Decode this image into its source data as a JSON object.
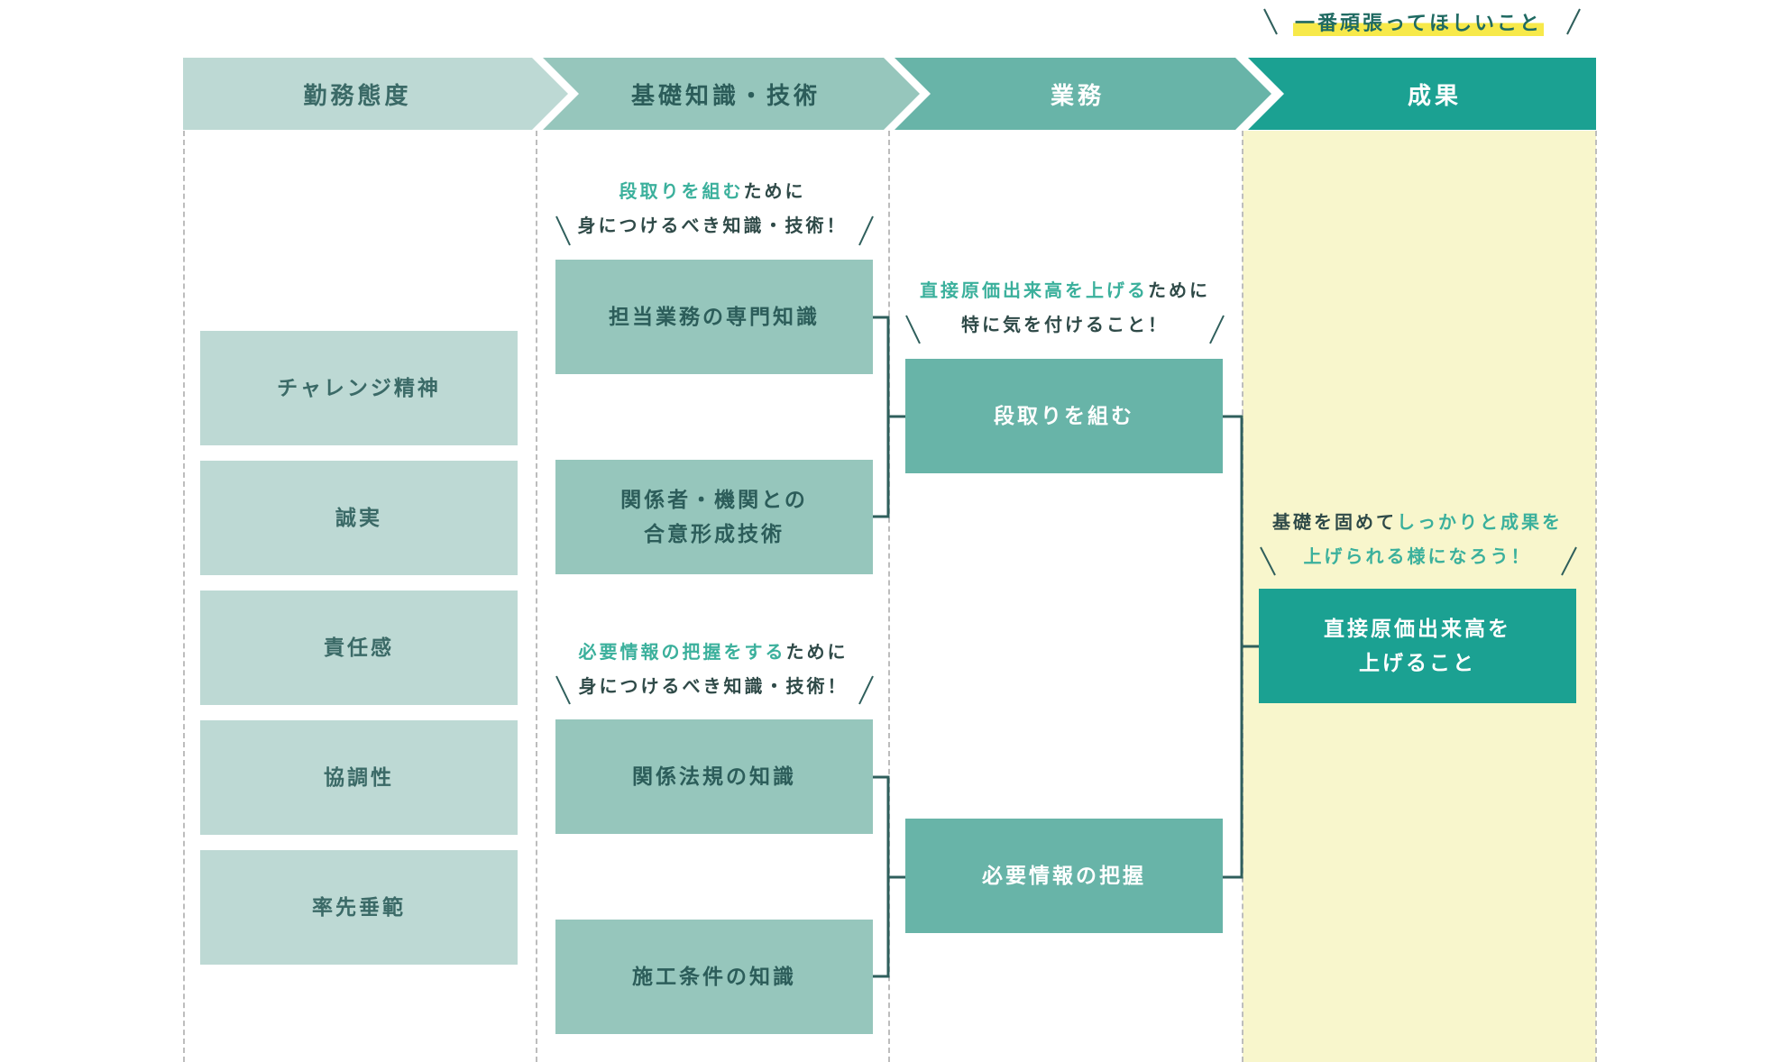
{
  "top_note": "一番頑張ってほしいこと",
  "headers": [
    "勤務態度",
    "基礎知識・技術",
    "業務",
    "成果"
  ],
  "attitude_items": [
    "チャレンジ精神",
    "誠実",
    "責任感",
    "協調性",
    "率先垂範"
  ],
  "knowledge_groups": [
    {
      "note_accent": "段取りを組む",
      "note_rest": "ために",
      "note_line2": "身につけるべき知識・技術！",
      "items": [
        "担当業務の専門知識",
        "関係者・機関との\n合意形成技術"
      ]
    },
    {
      "note_accent": "必要情報の把握をする",
      "note_rest": "ために",
      "note_line2": "身につけるべき知識・技術！",
      "items": [
        "関係法規の知識",
        "施工条件の知識"
      ]
    }
  ],
  "work_note": {
    "accent": "直接原価出来高を上げる",
    "rest": "ために",
    "line2": "特に気を付けること！"
  },
  "work_items": [
    "段取りを組む",
    "必要情報の把握"
  ],
  "result_note": {
    "line1_start": "基礎を固めて",
    "line1_accent": "しっかりと成果を",
    "line2": "上げられる様になろう！"
  },
  "result_item": "直接原価出来高を\n上げること",
  "colors": {
    "attitude": "#bdd9d4",
    "knowledge": "#96c6bc",
    "work": "#68b4a8",
    "result": "#1ba192",
    "highlight": "#f8f6cc",
    "connector": "#2f5f5c",
    "marker": "#f7e94a"
  }
}
